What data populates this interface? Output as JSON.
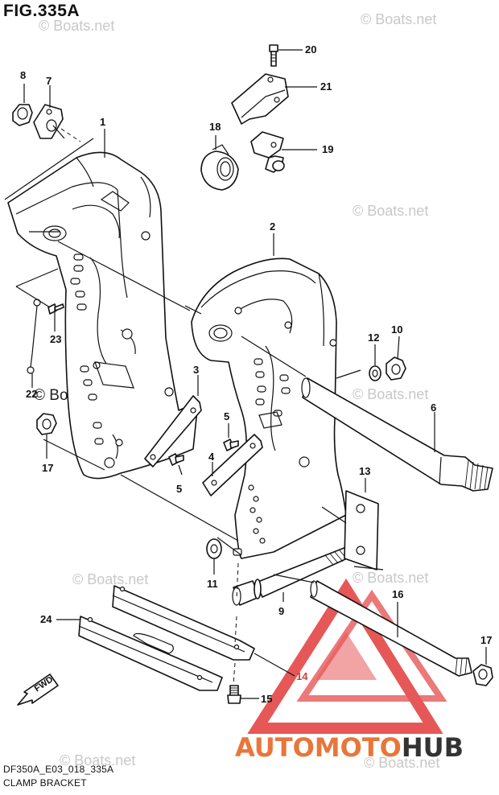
{
  "figure_title": "FIG.335A",
  "watermark_text": "© Boats.net",
  "caption": {
    "code": "DF350A_E03_018_335A",
    "name": "CLAMP BRACKET"
  },
  "fwd_label": "FWD",
  "callouts": [
    "1",
    "2",
    "3",
    "4",
    "5",
    "5",
    "6",
    "7",
    "8",
    "9",
    "10",
    "11",
    "12",
    "13",
    "14",
    "15",
    "16",
    "17",
    "17",
    "18",
    "19",
    "20",
    "21",
    "22",
    "23",
    "24"
  ],
  "brand": {
    "part1": "AUTOMOTO",
    "part2": "HUB",
    "color_part1": "#e8763a",
    "color_part2": "#333333",
    "logo_color": "#e23b3b"
  },
  "colors": {
    "line": "#111111",
    "watermark": "#c8c8c8"
  }
}
